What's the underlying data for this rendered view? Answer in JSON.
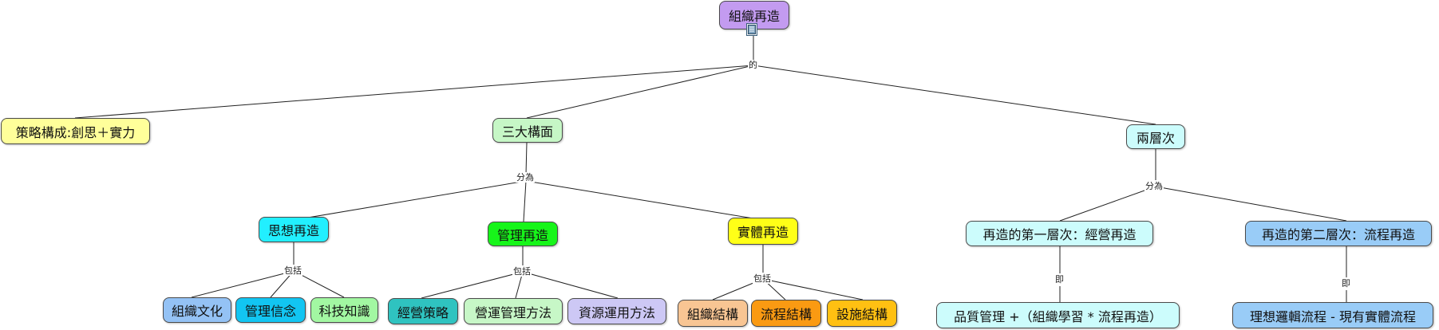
{
  "root": {
    "label": "組織再造",
    "color": "#c39bf0",
    "icon": "document-icon"
  },
  "root_link": "的",
  "level1": [
    {
      "label": "策略構成:創思＋實力",
      "color": "#ffff9a"
    },
    {
      "label": "三大構面",
      "color": "#c6f7c6",
      "link": "分為"
    },
    {
      "label": "兩層次",
      "color": "#ccfcfc",
      "link": "分為"
    }
  ],
  "level2": [
    {
      "label": "思想再造",
      "color": "#22efff",
      "link": "包括"
    },
    {
      "label": "管理再造",
      "color": "#17f51a",
      "link": "包括"
    },
    {
      "label": "實體再造",
      "color": "#ffff17",
      "link": "包括"
    },
    {
      "label": "再造的第一層次：經營再造",
      "color": "#ccfcfc",
      "link": "即"
    },
    {
      "label": "再造的第二層次：流程再造",
      "color": "#99ccf7",
      "link": "即"
    }
  ],
  "level3": [
    {
      "label": "組織文化",
      "color": "#94c2f5"
    },
    {
      "label": "管理信念",
      "color": "#12c5f2"
    },
    {
      "label": "科技知識",
      "color": "#a2f7a2"
    },
    {
      "label": "經營策略",
      "color": "#2fc3c0"
    },
    {
      "label": "營運管理方法",
      "color": "#c7f7c7"
    },
    {
      "label": "資源運用方法",
      "color": "#cdc8f5"
    },
    {
      "label": "組織結構",
      "color": "#f8c593"
    },
    {
      "label": "流程結構",
      "color": "#fa9a12"
    },
    {
      "label": "設施結構",
      "color": "#ffc012"
    },
    {
      "label": "品質管理 +（組織學習 * 流程再造）",
      "color": "#ccfcfc"
    },
    {
      "label": "理想邏輯流程 - 現有實體流程",
      "color": "#99ccf7"
    }
  ]
}
